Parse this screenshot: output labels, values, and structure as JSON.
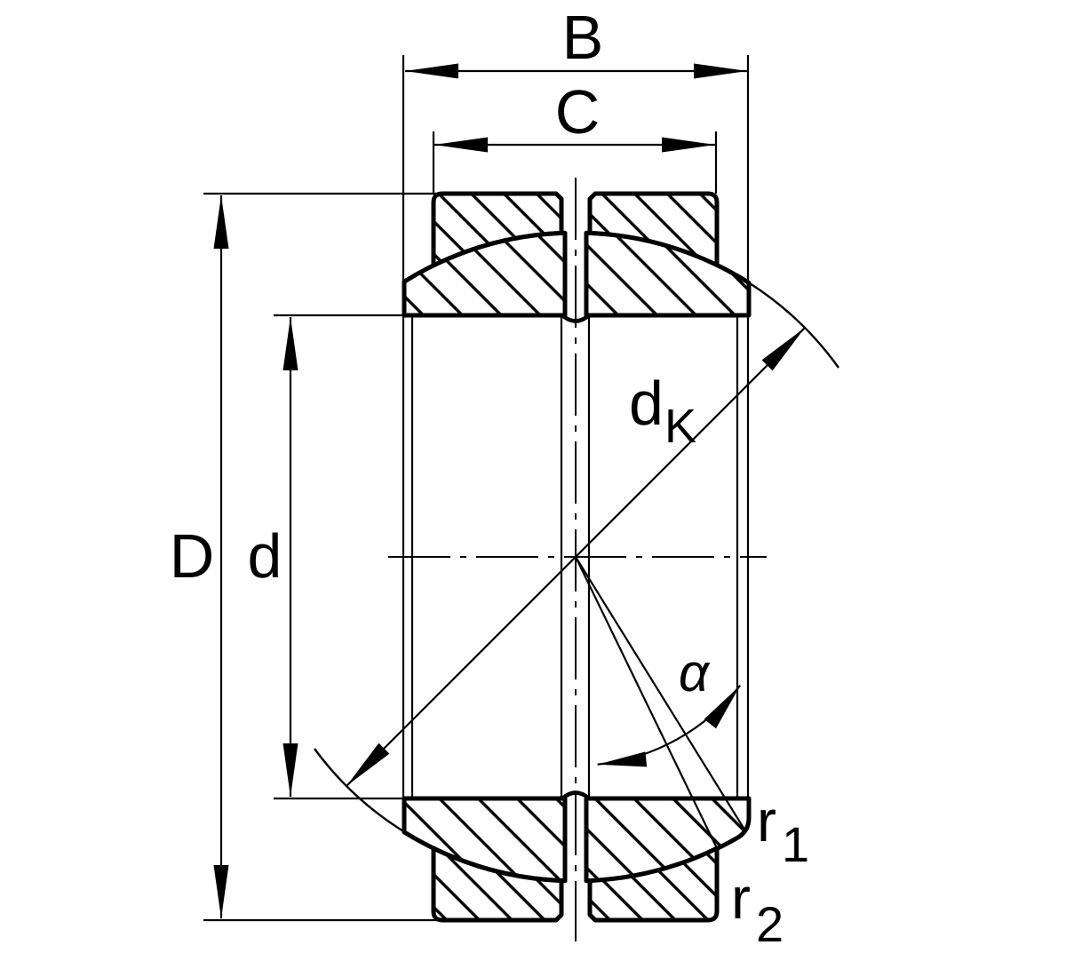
{
  "figure": {
    "kind": "radial-spherical-plain-bearing-cross-section",
    "background_color": "#ffffff",
    "line_color": "#000000"
  },
  "labels": {
    "inner_ring_width": {
      "text": "B"
    },
    "outer_ring_width": {
      "text": "C"
    },
    "outside_diameter": {
      "text": "D"
    },
    "bore_diameter": {
      "text": "d"
    },
    "sphere_diameter": {
      "base": "d",
      "sub": "K"
    },
    "tilt_angle": {
      "text": "α"
    },
    "radius_1": {
      "base": "r",
      "sub": "1"
    },
    "radius_2": {
      "base": "r",
      "sub": "2"
    }
  }
}
